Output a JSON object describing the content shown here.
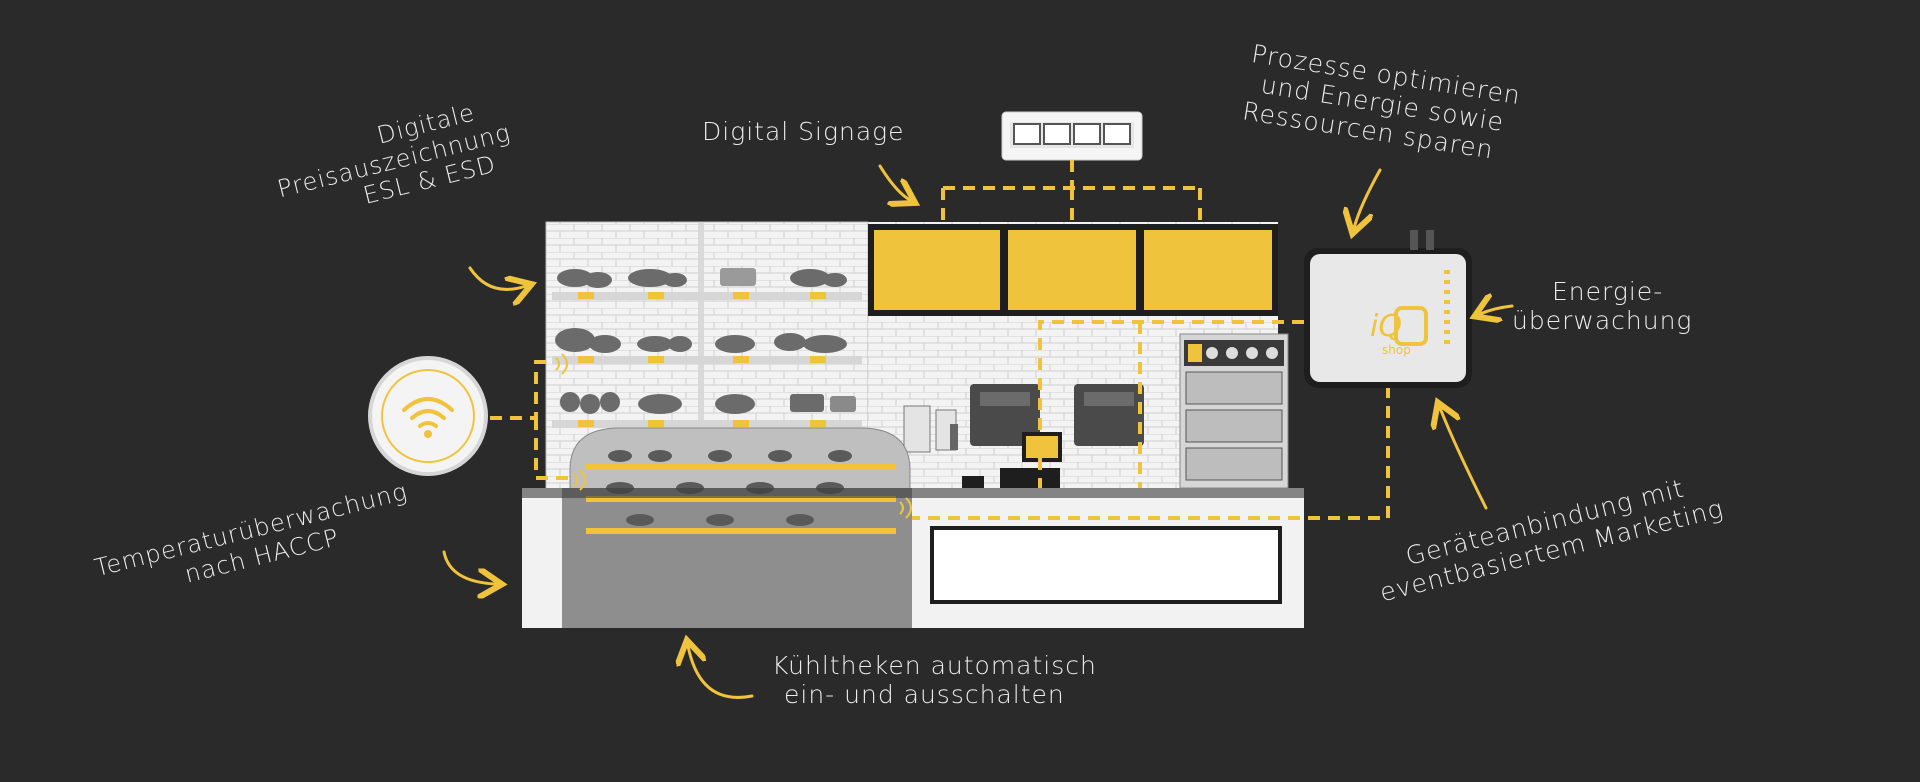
{
  "colors": {
    "background": "#2a2a2a",
    "accent": "#f0c33c",
    "text": "#ececec",
    "shelf": "#d6d6d6",
    "counter": "#f2f2f2"
  },
  "labels": {
    "esl": [
      "Digitale",
      "Preisauszeichnung",
      "ESL & ESD"
    ],
    "signage": [
      "Digital Signage"
    ],
    "prozesse": [
      "Prozesse optimieren",
      "und Energie sowie",
      "Ressourcen sparen"
    ],
    "energie": [
      "Energie-",
      "überwachung"
    ],
    "temperatur": [
      "Temperaturüberwachung",
      "nach HACCP"
    ],
    "kuehl": [
      "Kühltheken automatisch",
      "ein- und ausschalten"
    ],
    "geraete": [
      "Geräteanbindung mit",
      "eventbasiertem Marketing"
    ]
  },
  "device": {
    "logo_top": "iQ",
    "logo_bottom": "shop"
  },
  "icons": {
    "sensor": "wifi-icon",
    "switch": "network-switch-icon",
    "controller": "iq-shop-controller-icon"
  }
}
